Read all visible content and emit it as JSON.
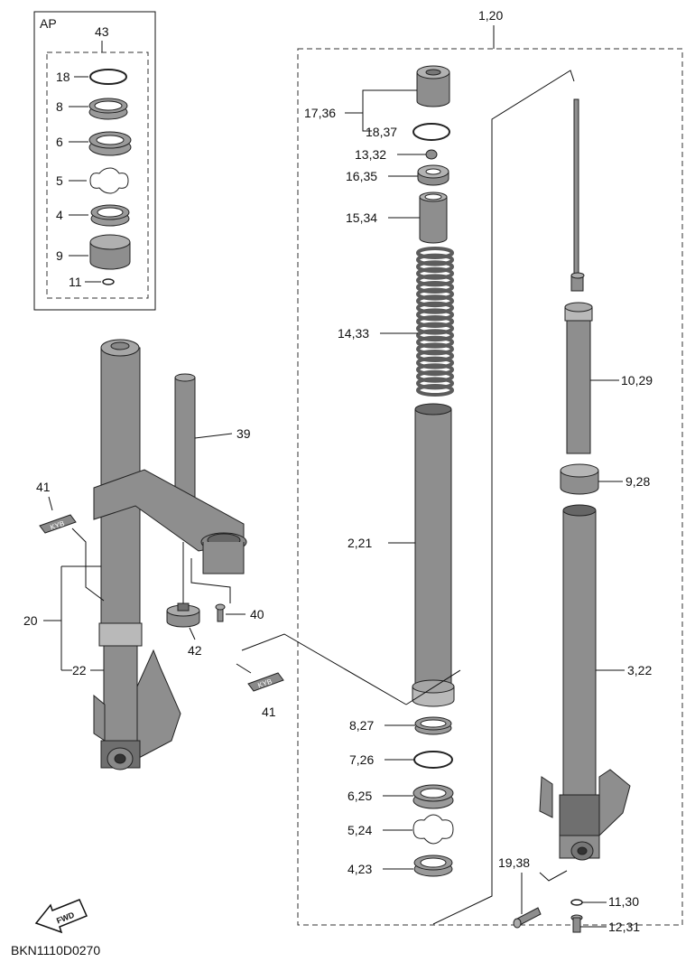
{
  "diagram": {
    "drawing_code": "BKN1110D0270",
    "ap_box": {
      "title": "AP",
      "group_ref": "43",
      "items": [
        "18",
        "8",
        "6",
        "5",
        "4",
        "9",
        "11"
      ]
    },
    "assembly_ref": "1,20",
    "callouts": {
      "c17_36": "17,36",
      "c18_37": "18,37",
      "c13_32": "13,32",
      "c16_35": "16,35",
      "c15_34": "15,34",
      "c14_33": "14,33",
      "c10_29": "10,29",
      "c9_28": "9,28",
      "c2_21": "2,21",
      "c3_22": "3,22",
      "c8_27": "8,27",
      "c7_26": "7,26",
      "c6_25": "6,25",
      "c5_24": "5,24",
      "c4_23": "4,23",
      "c19_38": "19,38",
      "c11_30": "11,30",
      "c12_31": "12,31",
      "c39": "39",
      "c41a": "41",
      "c41b": "41",
      "c20": "20",
      "c22": "22",
      "c40": "40",
      "c42": "42"
    },
    "fwd_label": "FWD",
    "decal_text": "KYB"
  },
  "colors": {
    "line": "#111111",
    "part_gray": "#8e8e8e",
    "background": "#ffffff"
  },
  "icons": {
    "fwd_arrow": "fwd-arrow-icon"
  }
}
